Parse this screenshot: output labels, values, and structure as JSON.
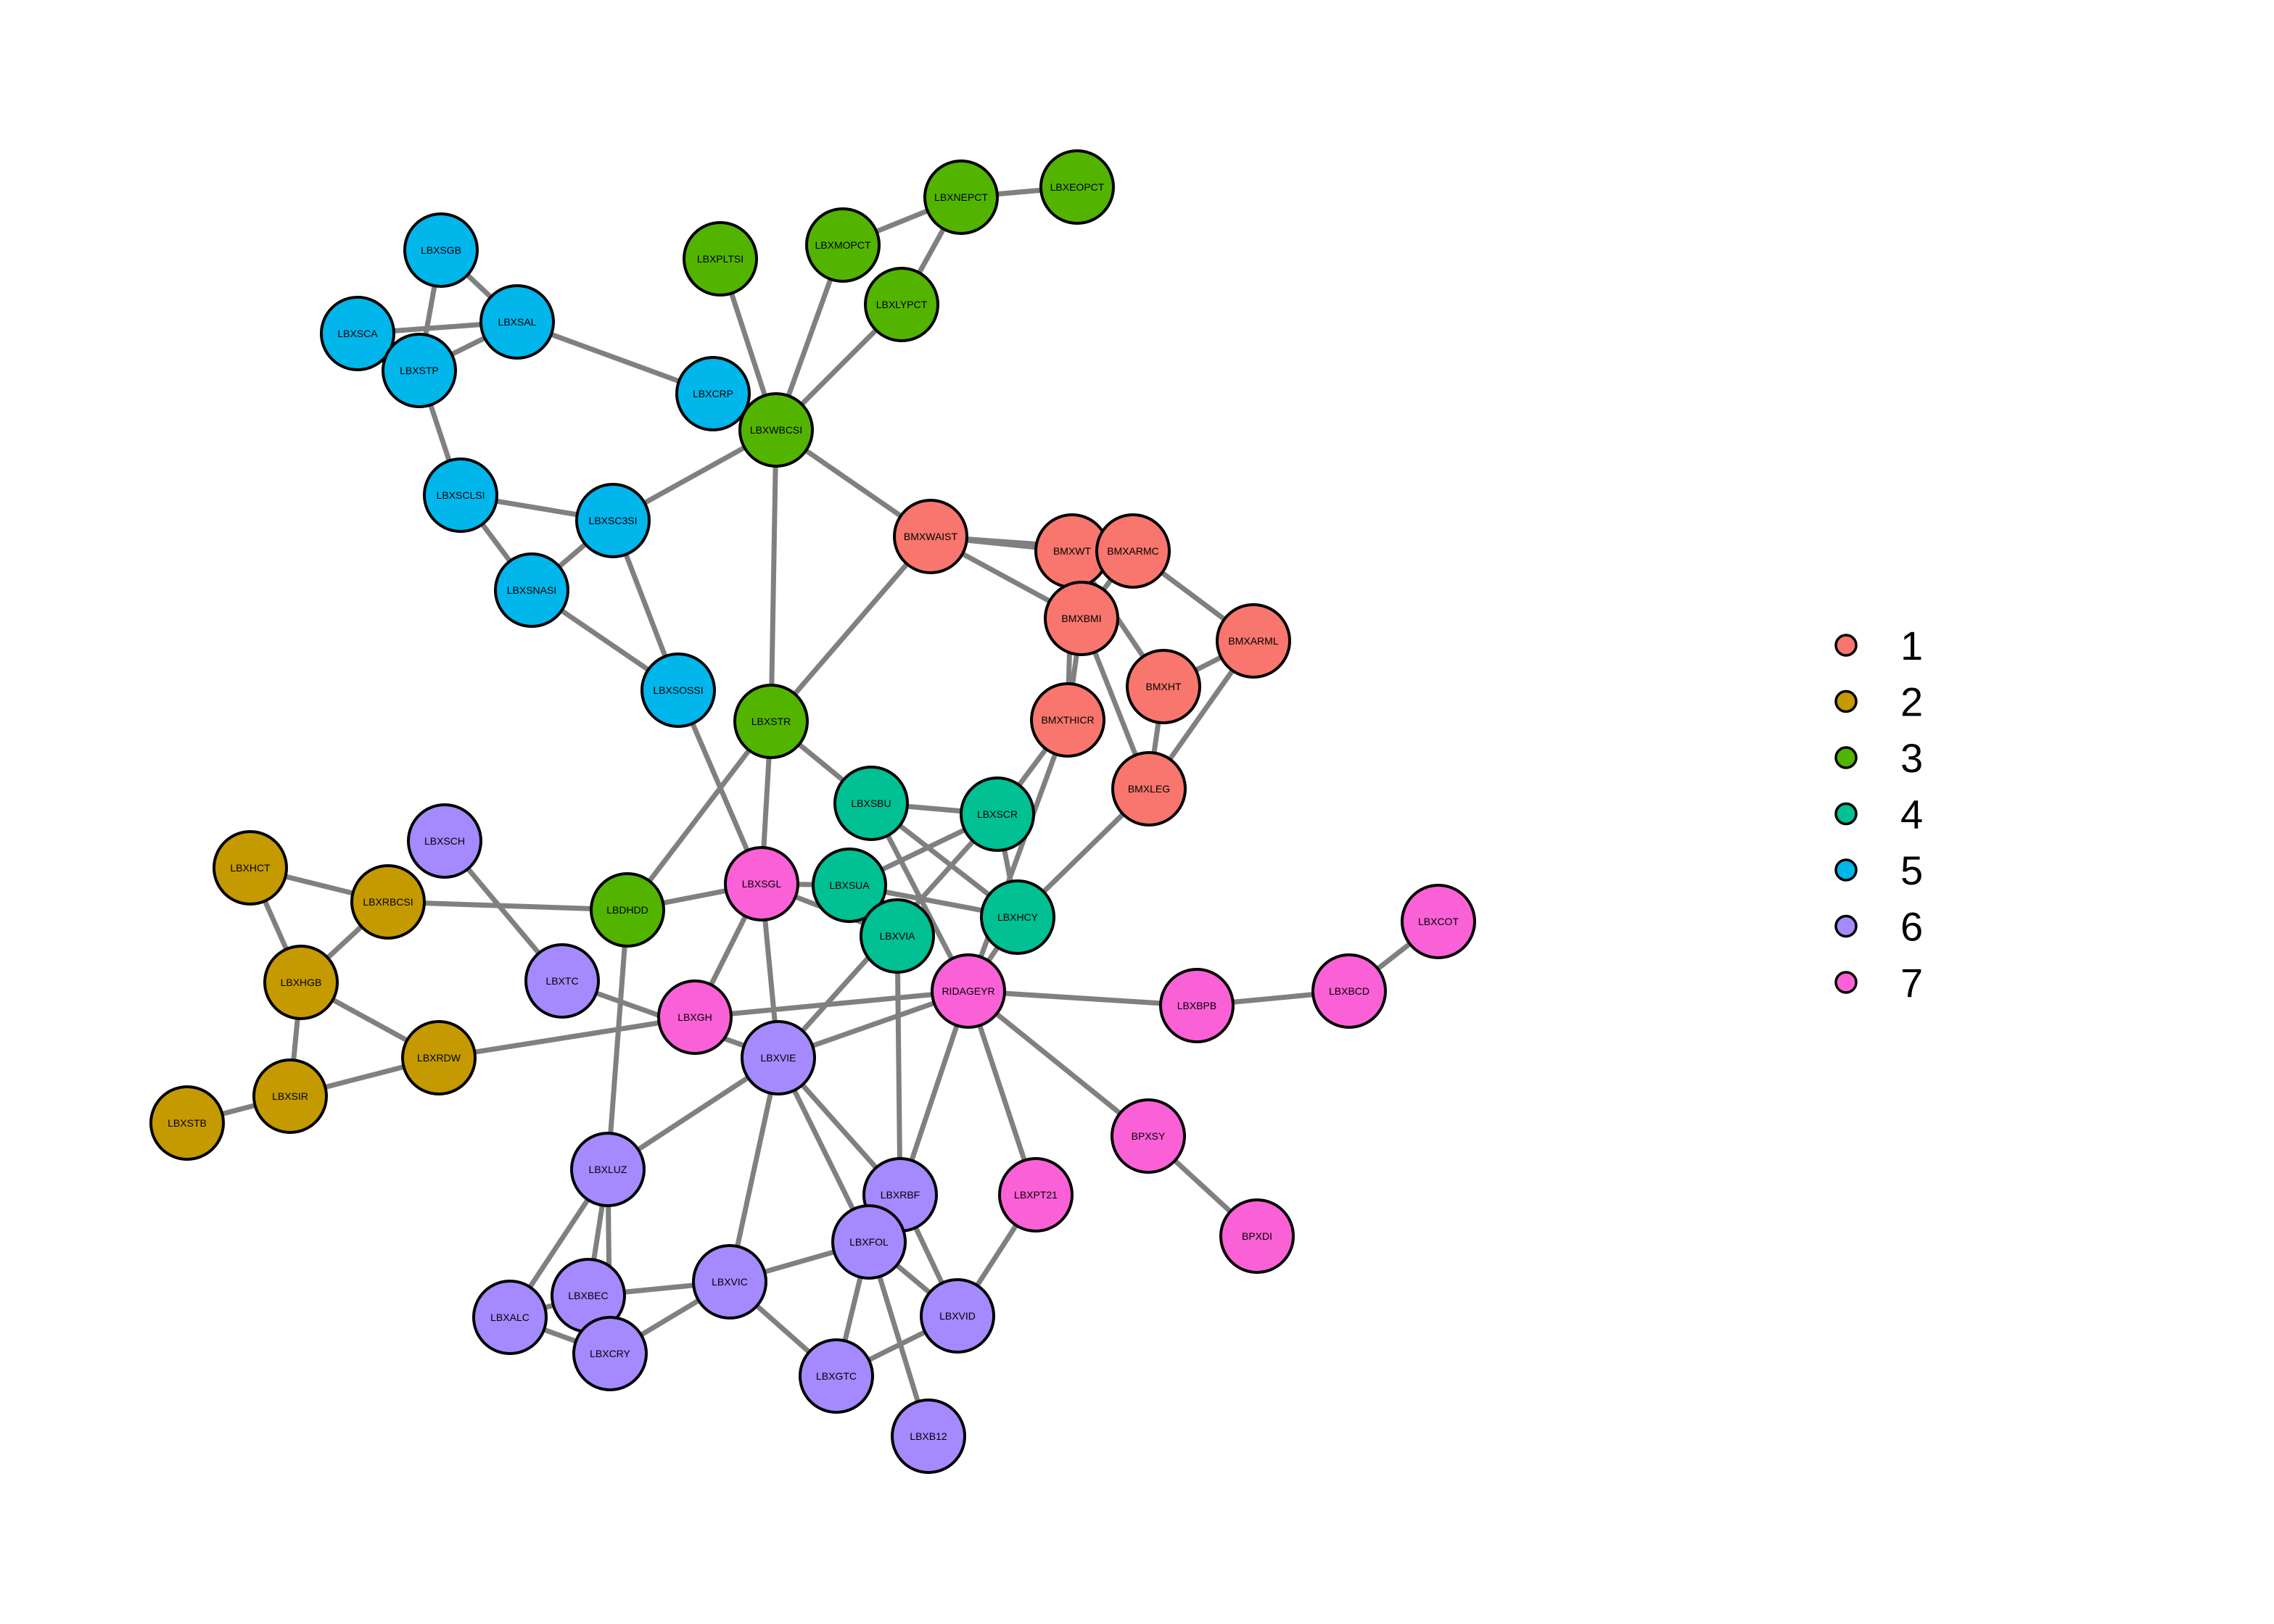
{
  "graph": {
    "groups": [
      {
        "id": "1",
        "label": "1",
        "color": "#F8766D"
      },
      {
        "id": "2",
        "label": "2",
        "color": "#C49A00"
      },
      {
        "id": "3",
        "label": "3",
        "color": "#53B400"
      },
      {
        "id": "4",
        "label": "4",
        "color": "#00C094"
      },
      {
        "id": "5",
        "label": "5",
        "color": "#00B6EB"
      },
      {
        "id": "6",
        "label": "6",
        "color": "#A58AFF"
      },
      {
        "id": "7",
        "label": "7",
        "color": "#FB61D7"
      }
    ],
    "nodes": [
      {
        "id": "BMXWAIST",
        "group": "1"
      },
      {
        "id": "BMXWT",
        "group": "1"
      },
      {
        "id": "BMXARMC",
        "group": "1"
      },
      {
        "id": "BMXBMI",
        "group": "1"
      },
      {
        "id": "BMXARML",
        "group": "1"
      },
      {
        "id": "BMXHT",
        "group": "1"
      },
      {
        "id": "BMXTHICR",
        "group": "1"
      },
      {
        "id": "BMXLEG",
        "group": "1"
      },
      {
        "id": "LBXHCT",
        "group": "2"
      },
      {
        "id": "LBXRBCSI",
        "group": "2"
      },
      {
        "id": "LBXHGB",
        "group": "2"
      },
      {
        "id": "LBXRDW",
        "group": "2"
      },
      {
        "id": "LBXSIR",
        "group": "2"
      },
      {
        "id": "LBXSTB",
        "group": "2"
      },
      {
        "id": "LBXPLTSI",
        "group": "3"
      },
      {
        "id": "LBXMOPCT",
        "group": "3"
      },
      {
        "id": "LBXNEPCT",
        "group": "3"
      },
      {
        "id": "LBXEOPCT",
        "group": "3"
      },
      {
        "id": "LBXLYPCT",
        "group": "3"
      },
      {
        "id": "LBXWBCSI",
        "group": "3"
      },
      {
        "id": "LBXSTR",
        "group": "3"
      },
      {
        "id": "LBDHDD",
        "group": "3"
      },
      {
        "id": "LBXSBU",
        "group": "4"
      },
      {
        "id": "LBXSCR",
        "group": "4"
      },
      {
        "id": "LBXSUA",
        "group": "4"
      },
      {
        "id": "LBXHCY",
        "group": "4"
      },
      {
        "id": "LBXVIA",
        "group": "4"
      },
      {
        "id": "LBXSGB",
        "group": "5"
      },
      {
        "id": "LBXSCA",
        "group": "5"
      },
      {
        "id": "LBXSAL",
        "group": "5"
      },
      {
        "id": "LBXSTP",
        "group": "5"
      },
      {
        "id": "LBXCRP",
        "group": "5"
      },
      {
        "id": "LBXSCLSI",
        "group": "5"
      },
      {
        "id": "LBXSC3SI",
        "group": "5"
      },
      {
        "id": "LBXSNASI",
        "group": "5"
      },
      {
        "id": "LBXSOSSI",
        "group": "5"
      },
      {
        "id": "LBXSCH",
        "group": "6"
      },
      {
        "id": "LBXTC",
        "group": "6"
      },
      {
        "id": "LBXVIE",
        "group": "6"
      },
      {
        "id": "LBXLUZ",
        "group": "6"
      },
      {
        "id": "LBXRBF",
        "group": "6"
      },
      {
        "id": "LBXFOL",
        "group": "6"
      },
      {
        "id": "LBXVIC",
        "group": "6"
      },
      {
        "id": "LBXBEC",
        "group": "6"
      },
      {
        "id": "LBXALC",
        "group": "6"
      },
      {
        "id": "LBXCRY",
        "group": "6"
      },
      {
        "id": "LBXVID",
        "group": "6"
      },
      {
        "id": "LBXGTC",
        "group": "6"
      },
      {
        "id": "LBXB12",
        "group": "6"
      },
      {
        "id": "LBXSGL",
        "group": "7"
      },
      {
        "id": "LBXGH",
        "group": "7"
      },
      {
        "id": "RIDAGEYR",
        "group": "7"
      },
      {
        "id": "LBXBPB",
        "group": "7"
      },
      {
        "id": "LBXBCD",
        "group": "7"
      },
      {
        "id": "LBXCOT",
        "group": "7"
      },
      {
        "id": "BPXSY",
        "group": "7"
      },
      {
        "id": "BPXDI",
        "group": "7"
      },
      {
        "id": "LBXPT21",
        "group": "7"
      }
    ],
    "edges": [
      [
        "LBXSGB",
        "LBXSAL"
      ],
      [
        "LBXSGB",
        "LBXSTP"
      ],
      [
        "LBXSCA",
        "LBXSAL"
      ],
      [
        "LBXSCA",
        "LBXSTP"
      ],
      [
        "LBXSAL",
        "LBXSTP"
      ],
      [
        "LBXSAL",
        "LBXCRP"
      ],
      [
        "LBXSTP",
        "LBXSCLSI"
      ],
      [
        "LBXSCLSI",
        "LBXSC3SI"
      ],
      [
        "LBXSCLSI",
        "LBXSNASI"
      ],
      [
        "LBXSNASI",
        "LBXSC3SI"
      ],
      [
        "LBXSNASI",
        "LBXSOSSI"
      ],
      [
        "LBXSC3SI",
        "LBXSOSSI"
      ],
      [
        "LBXSC3SI",
        "LBXWBCSI"
      ],
      [
        "LBXCRP",
        "LBXWBCSI"
      ],
      [
        "LBXPLTSI",
        "LBXWBCSI"
      ],
      [
        "LBXMOPCT",
        "LBXWBCSI"
      ],
      [
        "LBXMOPCT",
        "LBXNEPCT"
      ],
      [
        "LBXNEPCT",
        "LBXEOPCT"
      ],
      [
        "LBXNEPCT",
        "LBXLYPCT"
      ],
      [
        "LBXLYPCT",
        "LBXWBCSI"
      ],
      [
        "LBXWBCSI",
        "BMXWAIST"
      ],
      [
        "LBXWBCSI",
        "LBXSTR"
      ],
      [
        "BMXWAIST",
        "BMXWT"
      ],
      [
        "BMXWAIST",
        "BMXARMC"
      ],
      [
        "BMXWAIST",
        "BMXBMI"
      ],
      [
        "BMXWAIST",
        "LBXSTR"
      ],
      [
        "BMXWT",
        "BMXARMC"
      ],
      [
        "BMXWT",
        "BMXBMI"
      ],
      [
        "BMXWT",
        "BMXHT"
      ],
      [
        "BMXWT",
        "BMXTHICR"
      ],
      [
        "BMXARMC",
        "BMXARML"
      ],
      [
        "BMXARMC",
        "BMXBMI"
      ],
      [
        "BMXBMI",
        "BMXTHICR"
      ],
      [
        "BMXBMI",
        "BMXLEG"
      ],
      [
        "BMXARML",
        "BMXHT"
      ],
      [
        "BMXARML",
        "BMXLEG"
      ],
      [
        "BMXHT",
        "BMXLEG"
      ],
      [
        "BMXTHICR",
        "LBXSCR"
      ],
      [
        "BMXTHICR",
        "RIDAGEYR"
      ],
      [
        "BMXLEG",
        "LBXHCY"
      ],
      [
        "LBXSTR",
        "LBXSBU"
      ],
      [
        "LBXSTR",
        "LBDHDD"
      ],
      [
        "LBXSTR",
        "LBXSGL"
      ],
      [
        "LBXSOSSI",
        "LBXSGL"
      ],
      [
        "LBXSBU",
        "LBXSCR"
      ],
      [
        "LBXSBU",
        "LBXHCY"
      ],
      [
        "LBXSBU",
        "RIDAGEYR"
      ],
      [
        "LBXSCR",
        "LBXSUA"
      ],
      [
        "LBXSCR",
        "LBXHCY"
      ],
      [
        "LBXSCR",
        "LBXVIE"
      ],
      [
        "LBXSUA",
        "LBXSGL"
      ],
      [
        "LBXSUA",
        "LBXHCY"
      ],
      [
        "LBXVIA",
        "LBXSGL"
      ],
      [
        "LBXVIA",
        "LBXRBF"
      ],
      [
        "LBXHCY",
        "RIDAGEYR"
      ],
      [
        "LBXHCT",
        "LBXRBCSI"
      ],
      [
        "LBXHCT",
        "LBXHGB"
      ],
      [
        "LBXRBCSI",
        "LBXHGB"
      ],
      [
        "LBXRBCSI",
        "LBDHDD"
      ],
      [
        "LBXHGB",
        "LBXRDW"
      ],
      [
        "LBXHGB",
        "LBXSIR"
      ],
      [
        "LBXRDW",
        "LBXSIR"
      ],
      [
        "LBXRDW",
        "LBXGH"
      ],
      [
        "LBXSIR",
        "LBXSTB"
      ],
      [
        "LBDHDD",
        "LBXSGL"
      ],
      [
        "LBDHDD",
        "LBXLUZ"
      ],
      [
        "LBXSCH",
        "LBXTC"
      ],
      [
        "LBXTC",
        "LBXVIE"
      ],
      [
        "LBXSGL",
        "LBXGH"
      ],
      [
        "LBXSGL",
        "LBXVIE"
      ],
      [
        "LBXGH",
        "RIDAGEYR"
      ],
      [
        "RIDAGEYR",
        "LBXBPB"
      ],
      [
        "RIDAGEYR",
        "BPXSY"
      ],
      [
        "RIDAGEYR",
        "LBXPT21"
      ],
      [
        "RIDAGEYR",
        "LBXVIE"
      ],
      [
        "RIDAGEYR",
        "LBXRBF"
      ],
      [
        "LBXBPB",
        "LBXBCD"
      ],
      [
        "LBXBCD",
        "LBXCOT"
      ],
      [
        "BPXSY",
        "BPXDI"
      ],
      [
        "LBXVIE",
        "LBXLUZ"
      ],
      [
        "LBXVIE",
        "LBXVIC"
      ],
      [
        "LBXVIE",
        "LBXFOL"
      ],
      [
        "LBXVIE",
        "LBXRBF"
      ],
      [
        "LBXLUZ",
        "LBXALC"
      ],
      [
        "LBXLUZ",
        "LBXBEC"
      ],
      [
        "LBXLUZ",
        "LBXCRY"
      ],
      [
        "LBXBEC",
        "LBXALC"
      ],
      [
        "LBXBEC",
        "LBXVIC"
      ],
      [
        "LBXALC",
        "LBXCRY"
      ],
      [
        "LBXCRY",
        "LBXVIC"
      ],
      [
        "LBXVIC",
        "LBXFOL"
      ],
      [
        "LBXVIC",
        "LBXGTC"
      ],
      [
        "LBXFOL",
        "LBXRBF"
      ],
      [
        "LBXFOL",
        "LBXVID"
      ],
      [
        "LBXFOL",
        "LBXGTC"
      ],
      [
        "LBXFOL",
        "LBXB12"
      ],
      [
        "LBXRBF",
        "LBXVID"
      ],
      [
        "LBXVID",
        "LBXGTC"
      ],
      [
        "LBXPT21",
        "LBXVID"
      ]
    ]
  }
}
